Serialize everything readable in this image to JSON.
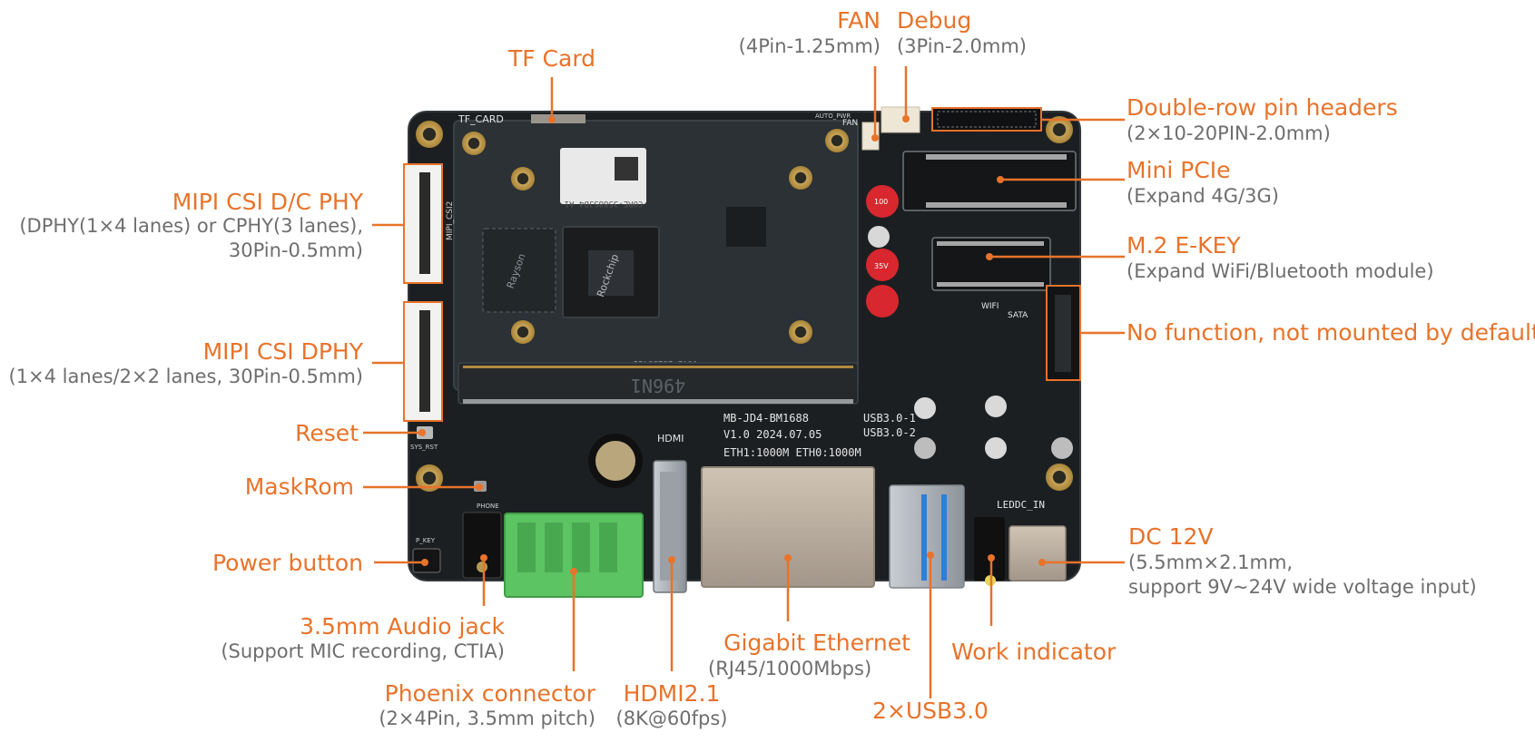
{
  "colors": {
    "accent": "#e8732a",
    "subtext": "#6e6e6e",
    "pcb": "#1c1f22",
    "module": "#2b3134",
    "connector_green": "#5cc463",
    "metal": "#b6aa9a"
  },
  "board_silkscreen": {
    "tf_card": "TF_CARD",
    "fan": "FAN",
    "auto_pwr": "AUTO_PWR",
    "mipi_csi2": "MIPI_CSI2",
    "hdmi": "HDMI",
    "board_model": "MB-JD4-BM1688",
    "version": "V1.0 2024.07.05",
    "eth_speed": "ETH1:1000M ETH0:1000M",
    "usb1": "USB3.0-1",
    "usb2": "USB3.0-2",
    "sata": "SATA",
    "wifi": "WIFI",
    "led_dc": "LEDDC_IN",
    "sys_rst": "SYS_RST",
    "p_key": "P_KEY",
    "phone": "PHONE",
    "module_code": "CORE-3588SJD4 A1",
    "module_ver": "V0.2 20250411",
    "slot_code": "496N1",
    "cap_value": "100",
    "cap_voltage": "35V",
    "soc_brand": "Rockchip",
    "mem_brand": "Rayson"
  },
  "callouts": {
    "tf_card": {
      "title": "TF Card"
    },
    "fan": {
      "title": "FAN",
      "sub": "(4Pin-1.25mm)"
    },
    "debug": {
      "title": "Debug",
      "sub": "(3Pin-2.0mm)"
    },
    "pin_headers": {
      "title": "Double-row pin headers",
      "sub": "(2×10-20PIN-2.0mm)"
    },
    "mini_pcie": {
      "title": "Mini PCIe",
      "sub": "(Expand 4G/3G)"
    },
    "m2": {
      "title": "M.2 E-KEY",
      "sub": "(Expand WiFi/Bluetooth module)"
    },
    "no_function": {
      "title": "No function, not mounted by default"
    },
    "dc12v": {
      "title": "DC 12V",
      "sub1": "(5.5mm×2.1mm,",
      "sub2": "support 9V~24V wide voltage input)"
    },
    "work_indicator": {
      "title": "Work indicator"
    },
    "usb": {
      "title": "2×USB3.0"
    },
    "ethernet": {
      "title": "Gigabit Ethernet",
      "sub": "(RJ45/1000Mbps)"
    },
    "hdmi": {
      "title": "HDMI2.1",
      "sub": "(8K@60fps)"
    },
    "phoenix": {
      "title": "Phoenix connector",
      "sub": "(2×4Pin, 3.5mm pitch)"
    },
    "audio": {
      "title": "3.5mm Audio jack",
      "sub": "(Support MIC recording, CTIA)"
    },
    "power_button": {
      "title": "Power button"
    },
    "maskrom": {
      "title": "MaskRom"
    },
    "reset": {
      "title": "Reset"
    },
    "mipi_dphy": {
      "title": "MIPI CSI DPHY",
      "sub": "(1×4 lanes/2×2 lanes, 30Pin-0.5mm)"
    },
    "mipi_dcphy": {
      "title": "MIPI CSI D/C PHY",
      "sub1": "(DPHY(1×4 lanes) or CPHY(3 lanes),",
      "sub2": "30Pin-0.5mm)"
    }
  }
}
